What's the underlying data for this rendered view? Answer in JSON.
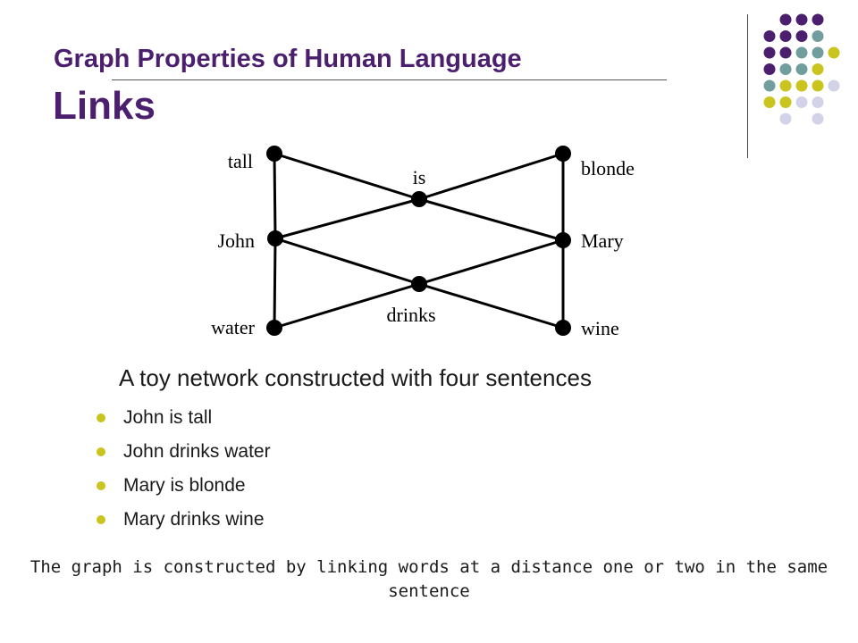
{
  "slide": {
    "title": "Graph Properties of Human  Language",
    "subtitle": "Links"
  },
  "colors": {
    "title": "#4b1e6e",
    "dot_purple": "#4b1e6e",
    "dot_teal": "#6f9e9c",
    "dot_yellow": "#c9c41e",
    "dot_lavender": "#d2d2e8",
    "bullet": "#c9c41e"
  },
  "graph": {
    "nodes": [
      {
        "id": "tall",
        "label": "tall"
      },
      {
        "id": "john",
        "label": "John"
      },
      {
        "id": "water",
        "label": "water"
      },
      {
        "id": "is",
        "label": "is"
      },
      {
        "id": "drinks",
        "label": "drinks"
      },
      {
        "id": "blonde",
        "label": "blonde"
      },
      {
        "id": "mary",
        "label": "Mary"
      },
      {
        "id": "wine",
        "label": "wine"
      }
    ],
    "edges": [
      [
        "tall",
        "john"
      ],
      [
        "john",
        "water"
      ],
      [
        "blonde",
        "mary"
      ],
      [
        "mary",
        "wine"
      ],
      [
        "tall",
        "is"
      ],
      [
        "is",
        "mary"
      ],
      [
        "john",
        "is"
      ],
      [
        "is",
        "blonde"
      ],
      [
        "john",
        "drinks"
      ],
      [
        "drinks",
        "wine"
      ],
      [
        "water",
        "drinks"
      ],
      [
        "drinks",
        "mary"
      ]
    ]
  },
  "caption": "A toy network constructed with four sentences",
  "sentences": [
    "John is tall",
    "John drinks water",
    "Mary is blonde",
    "Mary drinks wine"
  ],
  "footer": "The graph is constructed by linking words at a distance one or two in the same sentence"
}
